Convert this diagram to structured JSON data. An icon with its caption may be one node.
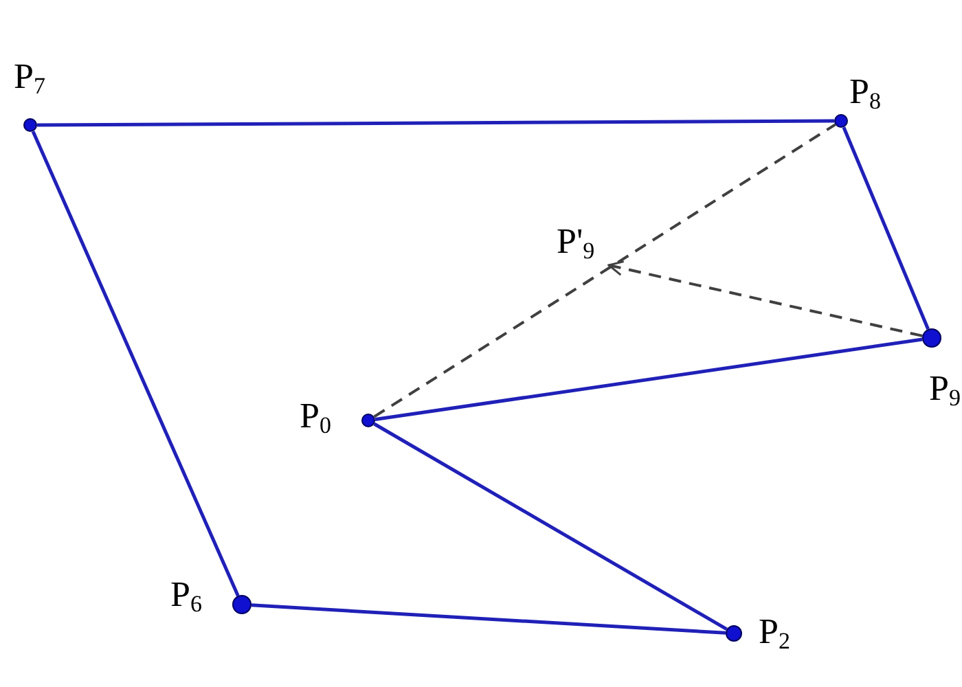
{
  "diagram": {
    "nodes": [
      {
        "text": [
          "P$_{7}$"
        ]
      },
      {
        "text": [
          "P$_{8}$"
        ]
      },
      {
        "text": [
          "P'$_{9}$"
        ]
      },
      {
        "text": [
          "P$_{9}$"
        ]
      },
      {
        "text": [
          "P$_{0}$"
        ]
      },
      {
        "text": [
          "P$_{6}$"
        ]
      },
      {
        "text": [
          "P$_{2}$"
        ]
      }
    ],
    "edges": [
      {
        "from": 0,
        "to": 1,
        "arrow": "none"
      },
      {
        "from": 1,
        "to": 3,
        "arrow": "none"
      },
      {
        "from": 3,
        "to": 4,
        "arrow": "none"
      },
      {
        "from": 4,
        "to": 6,
        "arrow": "none"
      },
      {
        "from": 6,
        "to": 5,
        "arrow": "none"
      },
      {
        "from": 5,
        "to": 0,
        "arrow": "none"
      },
      {
        "from": 4,
        "to": 1,
        "arrow": "none",
        "style": "dashed",
        "color": "#404040"
      },
      {
        "from": 3,
        "to": 2,
        "arrow": "to",
        "style": "dashed",
        "color": "#404040"
      }
    ]
  }
}
